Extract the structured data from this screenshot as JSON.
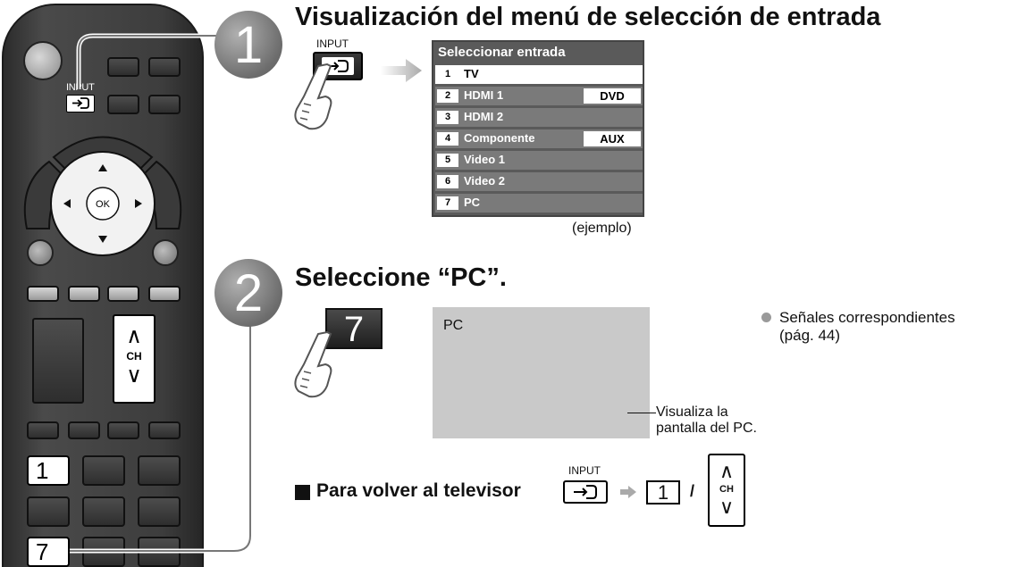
{
  "remote": {
    "input_label": "INPUT",
    "ch_label": "CH",
    "key_1": "1",
    "key_7": "7"
  },
  "step1": {
    "number": "1",
    "title": "Visualización del menú de selección de entrada",
    "input_label": "INPUT"
  },
  "menu": {
    "title": "Seleccionar entrada",
    "rows": [
      {
        "num": "1",
        "label": "TV",
        "tag": ""
      },
      {
        "num": "2",
        "label": "HDMI 1",
        "tag": "DVD"
      },
      {
        "num": "3",
        "label": "HDMI 2",
        "tag": ""
      },
      {
        "num": "4",
        "label": "Componente",
        "tag": "AUX"
      },
      {
        "num": "5",
        "label": "Video 1",
        "tag": ""
      },
      {
        "num": "6",
        "label": "Video 2",
        "tag": ""
      },
      {
        "num": "7",
        "label": "PC",
        "tag": ""
      }
    ],
    "selected_index": 0,
    "example_note": "(ejemplo)"
  },
  "step2": {
    "number": "2",
    "title": "Seleccione “PC”.",
    "key": "7",
    "screen_text": "PC",
    "callout_line1": "Visualiza la",
    "callout_line2": "pantalla del PC.",
    "note_line1": "Señales correspondientes",
    "note_line2": "(pág. 44)"
  },
  "return": {
    "label": "Para volver al televisor",
    "input_label": "INPUT",
    "key_1": "1",
    "separator": "/",
    "ch_label": "CH"
  },
  "colors": {
    "step_circle": "#8a8a8a",
    "menu_bg": "#5a5a5a",
    "menu_row": "#7a7a7a",
    "screen": "#c9c9c9"
  }
}
